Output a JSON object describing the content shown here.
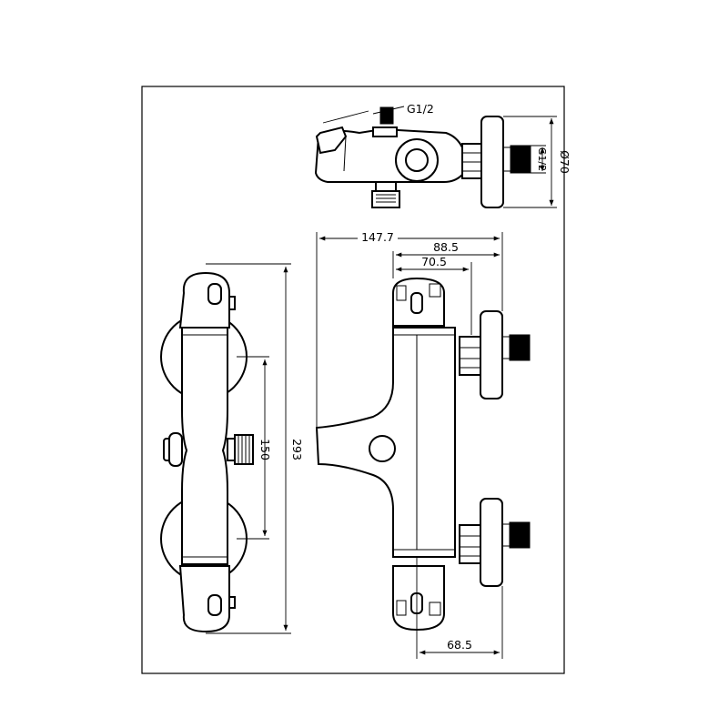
{
  "labels": {
    "thread_top": "G1/2",
    "thread_side": "G1/2",
    "diameter": "Ø70",
    "width_total": "147.7",
    "depth_88": "88.5",
    "depth_70": "70.5",
    "depth_68": "68.5",
    "height_293": "293",
    "spacing_150": "150"
  }
}
